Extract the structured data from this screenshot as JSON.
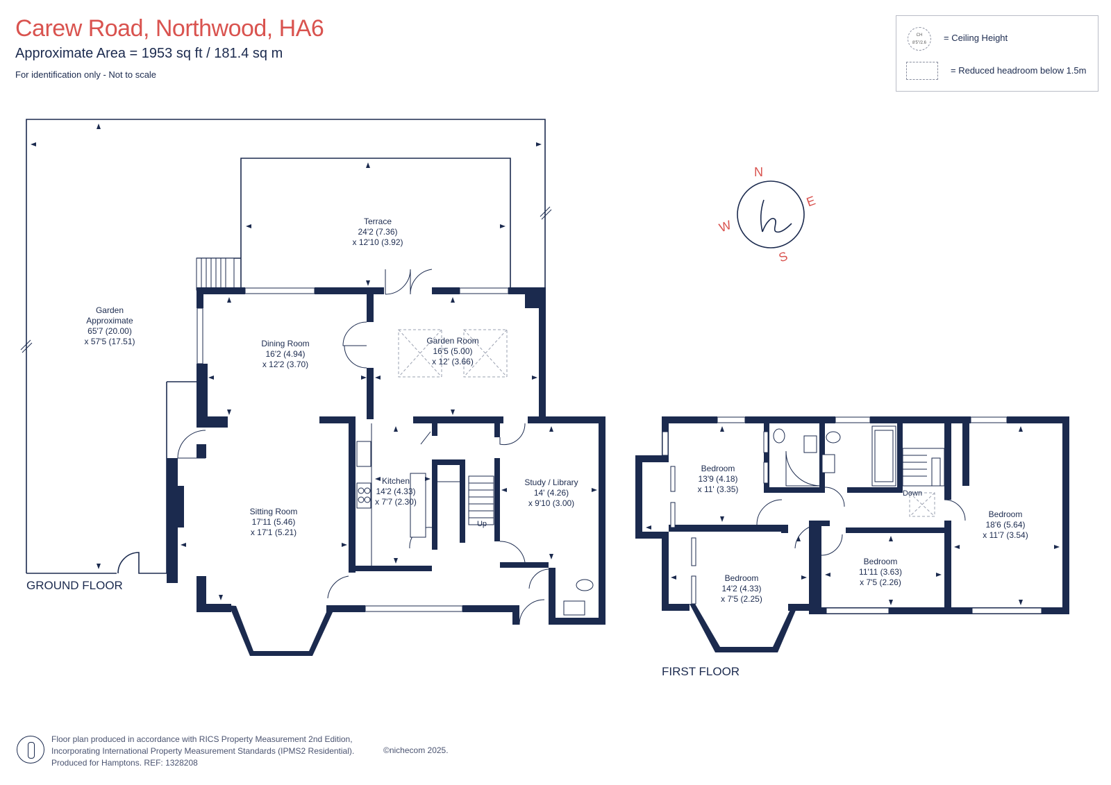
{
  "header": {
    "title": "Carew Road, Northwood, HA6",
    "area": "Approximate Area = 1953 sq ft / 181.4 sq m",
    "note": "For identification only - Not to scale"
  },
  "legend": {
    "ceiling_icon_line1": "CH",
    "ceiling_icon_line2": "8'5\"/2.6",
    "ceiling_height": "= Ceiling Height",
    "reduced_headroom": "= Reduced headroom below 1.5m"
  },
  "compass": {
    "n": "N",
    "e": "E",
    "s": "S",
    "w": "W"
  },
  "colors": {
    "accent": "#d9534f",
    "walls": "#1b2a4e"
  },
  "ground_floor": {
    "label": "GROUND FLOOR",
    "rooms": [
      {
        "id": "garden",
        "lines": [
          "Garden",
          "Approximate",
          "65'7 (20.00)",
          "x 57'5 (17.51)"
        ]
      },
      {
        "id": "terrace",
        "lines": [
          "Terrace",
          "24'2 (7.36)",
          "x 12'10 (3.92)"
        ]
      },
      {
        "id": "dining",
        "lines": [
          "Dining Room",
          "16'2 (4.94)",
          "x 12'2 (3.70)"
        ]
      },
      {
        "id": "garden-room",
        "lines": [
          "Garden Room",
          "16'5 (5.00)",
          "x 12' (3.66)"
        ]
      },
      {
        "id": "kitchen",
        "lines": [
          "Kitchen",
          "14'2 (4.33)",
          "x 7'7 (2.30)"
        ]
      },
      {
        "id": "study",
        "lines": [
          "Study / Library",
          "14' (4.26)",
          "x 9'10 (3.00)"
        ]
      },
      {
        "id": "sitting",
        "lines": [
          "Sitting Room",
          "17'11 (5.46)",
          "x 17'1 (5.21)"
        ]
      }
    ],
    "stairs_label": "Up"
  },
  "first_floor": {
    "label": "FIRST FLOOR",
    "rooms": [
      {
        "id": "bed1",
        "lines": [
          "Bedroom",
          "13'9 (4.18)",
          "x 11' (3.35)"
        ]
      },
      {
        "id": "bed2",
        "lines": [
          "Bedroom",
          "14'2 (4.33)",
          "x 7'5 (2.25)"
        ]
      },
      {
        "id": "bed3",
        "lines": [
          "Bedroom",
          "11'11 (3.63)",
          "x 7'5 (2.26)"
        ]
      },
      {
        "id": "bed4",
        "lines": [
          "Bedroom",
          "18'6 (5.64)",
          "x 11'7 (3.54)"
        ]
      }
    ],
    "stairs_label": "Down"
  },
  "footer": {
    "line1": "Floor plan produced in accordance with RICS Property Measurement 2nd Edition,",
    "line2": "Incorporating International Property Measurement Standards (IPMS2 Residential).",
    "line3": "Produced for Hamptons.   REF:  1328208",
    "copyright": "©nichecom 2025."
  }
}
